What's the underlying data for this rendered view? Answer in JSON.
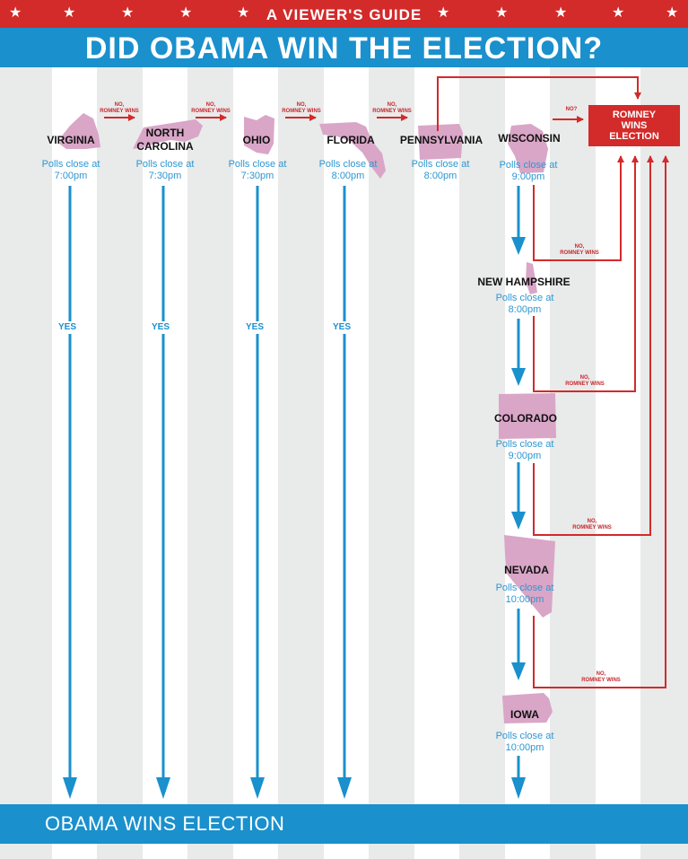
{
  "header": {
    "guide": "A VIEWER'S GUIDE",
    "title": "DID OBAMA WIN THE ELECTION?"
  },
  "colors": {
    "red": "#d32a2a",
    "blue": "#1a90cd",
    "pink": "#d9a6c7",
    "stripe_gray": "#e9eaea"
  },
  "states": [
    {
      "name": "VIRGINIA",
      "polls_prefix": "Polls close at",
      "time": "7:00pm"
    },
    {
      "name_line1": "NORTH",
      "name_line2": "CAROLINA",
      "polls_prefix": "Polls close at",
      "time": "7:30pm"
    },
    {
      "name": "OHIO",
      "polls_prefix": "Polls close at",
      "time": "7:30pm"
    },
    {
      "name": "FLORIDA",
      "polls_prefix": "Polls close at",
      "time": "8:00pm"
    },
    {
      "name": "PENNSYLVANIA",
      "polls_prefix": "Polls close at",
      "time": "8:00pm"
    },
    {
      "name": "WISCONSIN",
      "polls_prefix": "Polls close at",
      "time": "9:00pm"
    },
    {
      "name": "NEW HAMPSHIRE",
      "polls_prefix": "Polls close at",
      "time": "8:00pm"
    },
    {
      "name": "COLORADO",
      "polls_prefix": "Polls close at",
      "time": "9:00pm"
    },
    {
      "name": "NEVADA",
      "polls_prefix": "Polls close at",
      "time": "10:00pm"
    },
    {
      "name": "IOWA",
      "polls_prefix": "Polls close at",
      "time": "10:00pm"
    }
  ],
  "labels": {
    "yes": "YES",
    "no_line1": "NO,",
    "no_line2": "ROMNEY WINS",
    "no_question": "NO?"
  },
  "romney_box": "ROMNEY WINS ELECTION",
  "footer": "OBAMA WINS ELECTION"
}
